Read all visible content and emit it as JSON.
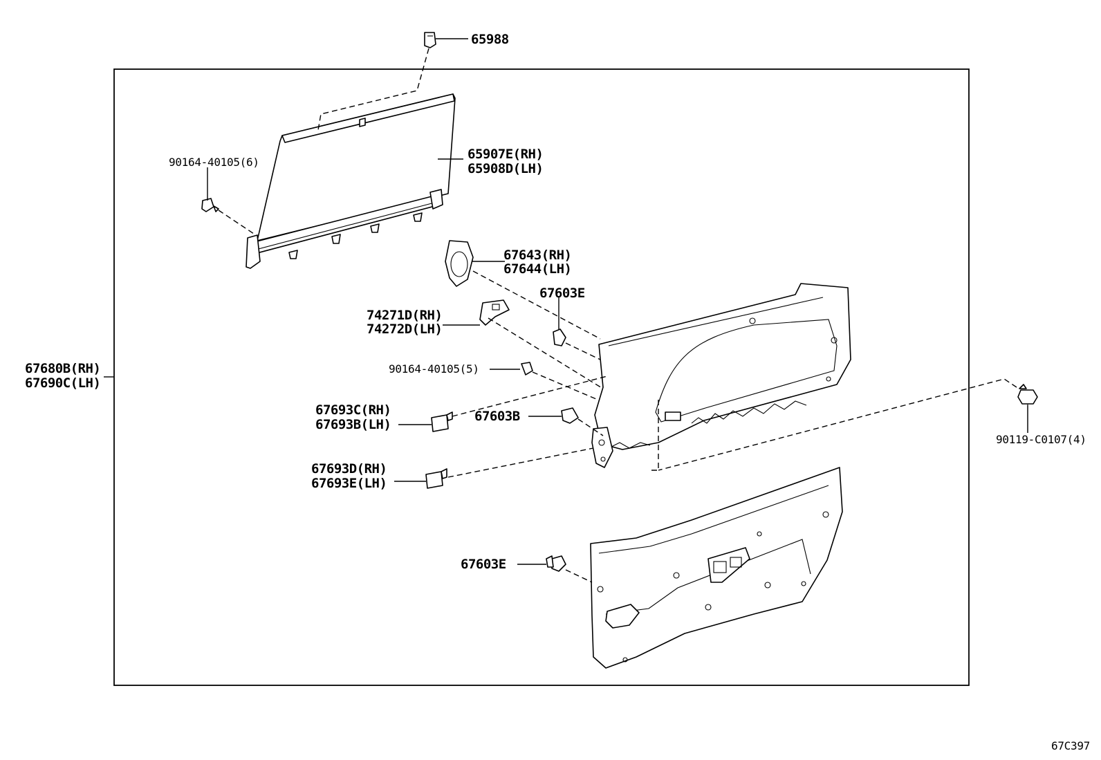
{
  "labels": {
    "p65988": "65988",
    "p65907e": "65907E(RH)",
    "p65908d": "65908D(LH)",
    "p90164_6": "90164-40105(6)",
    "p67643": "67643(RH)",
    "p67644": "67644(LH)",
    "p67603e_top": "67603E",
    "p74271d": "74271D(RH)",
    "p74272d": "74272D(LH)",
    "p90164_5": "90164-40105(5)",
    "p67680b": "67680B(RH)",
    "p67690c": "67690C(LH)",
    "p67693c": "67693C(RH)",
    "p67693b": "67693B(LH)",
    "p67603b": "67603B",
    "p67693d": "67693D(RH)",
    "p67693e": "67693E(LH)",
    "p67603e_bot": "67603E",
    "p90119": "90119-C0107(4)",
    "diagram_code": "67C397"
  }
}
